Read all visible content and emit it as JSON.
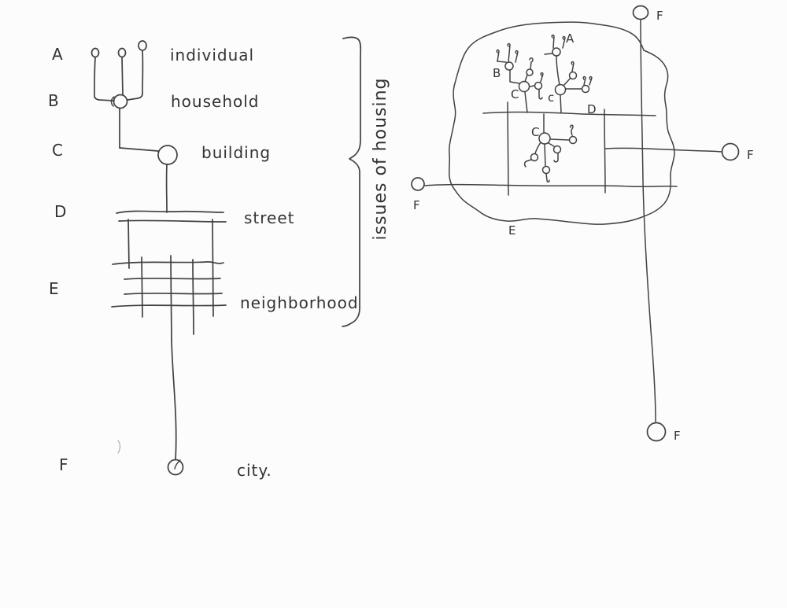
{
  "colors": {
    "ink": "#414141",
    "paper": "#fcfcfc"
  },
  "hierarchy": {
    "rows": [
      {
        "letter": "A",
        "label": "individual"
      },
      {
        "letter": "B",
        "label": "household"
      },
      {
        "letter": "C",
        "label": "building"
      },
      {
        "letter": "D",
        "label": "street"
      },
      {
        "letter": "E",
        "label": "neighborhood"
      },
      {
        "letter": "F",
        "label": "city."
      }
    ],
    "brace_label": "issues of housing"
  },
  "map": {
    "labels": {
      "a": "A",
      "b": "B",
      "c_upper": "C",
      "c_mid": "c",
      "c_lower": "C",
      "d": "D",
      "e": "E",
      "f_top": "F",
      "f_right": "F",
      "f_left": "F",
      "f_bottom": "F"
    }
  }
}
